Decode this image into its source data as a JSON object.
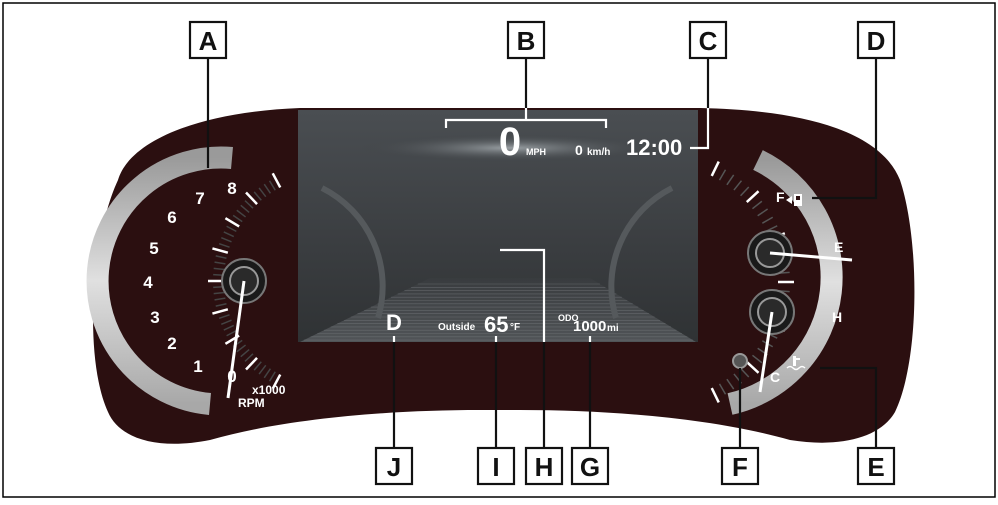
{
  "tachometer": {
    "scale_labels": [
      "0",
      "1",
      "2",
      "3",
      "4",
      "5",
      "6",
      "7",
      "8"
    ],
    "unit_multiplier": "x1000",
    "unit": "RPM"
  },
  "display": {
    "speed_value": "0",
    "speed_unit": "MPH",
    "speed_secondary_value": "0",
    "speed_secondary_unit": "km/h",
    "clock": "12:00",
    "gear": "D",
    "outside_label": "Outside",
    "outside_temp_value": "65",
    "outside_temp_unit": "°F",
    "odometer_label": "ODO",
    "odometer_value": "1000",
    "odometer_unit": "mi"
  },
  "fuel_gauge": {
    "full_label": "F",
    "empty_label": "E"
  },
  "temp_gauge": {
    "hot_label": "H",
    "cold_label": "C"
  },
  "callouts": {
    "A": "A",
    "B": "B",
    "C": "C",
    "D": "D",
    "E": "E",
    "F": "F",
    "G": "G",
    "H": "H",
    "I": "I",
    "J": "J"
  },
  "colors": {
    "cluster_body": "#2b0f10",
    "display_bg": "#3a3e41",
    "gauge_ring_light": "#d8d8d8",
    "gauge_ring_dark": "#8a8a8a",
    "needle": "#ffffff"
  }
}
